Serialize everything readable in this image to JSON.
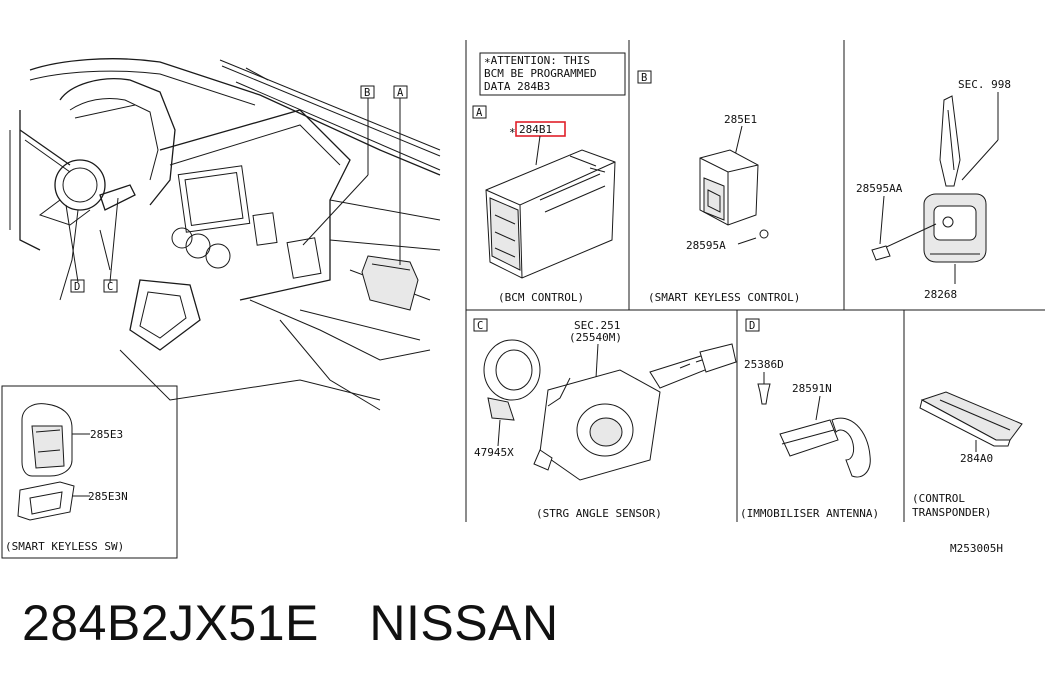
{
  "refs": {
    "a": "A",
    "b": "B",
    "c": "C",
    "d": "D"
  },
  "attention": {
    "line1": "∗ATTENTION: THIS",
    "line2": "BCM BE PROGRAMMED",
    "line3": "DATA 284B3"
  },
  "parts": {
    "bcm_number": "284B1",
    "bcm_mark": "∗",
    "smart_keyless_unit": "285E1",
    "screw_285": "28595A",
    "screw_aa": "28595AA",
    "key_sec": "SEC. 998",
    "key_fob": "28268",
    "switch_fob": "285E3",
    "switch_cover": "285E3N",
    "sec251": "SEC.251",
    "sec251_sub": "(25540M)",
    "sensor": "47945X",
    "bolt": "25386D",
    "antenna": "28591N",
    "transponder": "284A0"
  },
  "captions": {
    "bcm": "(BCM CONTROL)",
    "smart_keyless_control": "(SMART KEYLESS CONTROL)",
    "smart_keyless_sw": "(SMART KEYLESS SW)",
    "strg": "(STRG ANGLE SENSOR)",
    "immobiliser": "(IMMOBILISER ANTENNA)",
    "transponder_l1": "(CONTROL",
    "transponder_l2": "TRANSPONDER)"
  },
  "diagram_code": "M253005H",
  "highlight_color": "#e0202a",
  "title": "284B2JX51E　NISSAN"
}
